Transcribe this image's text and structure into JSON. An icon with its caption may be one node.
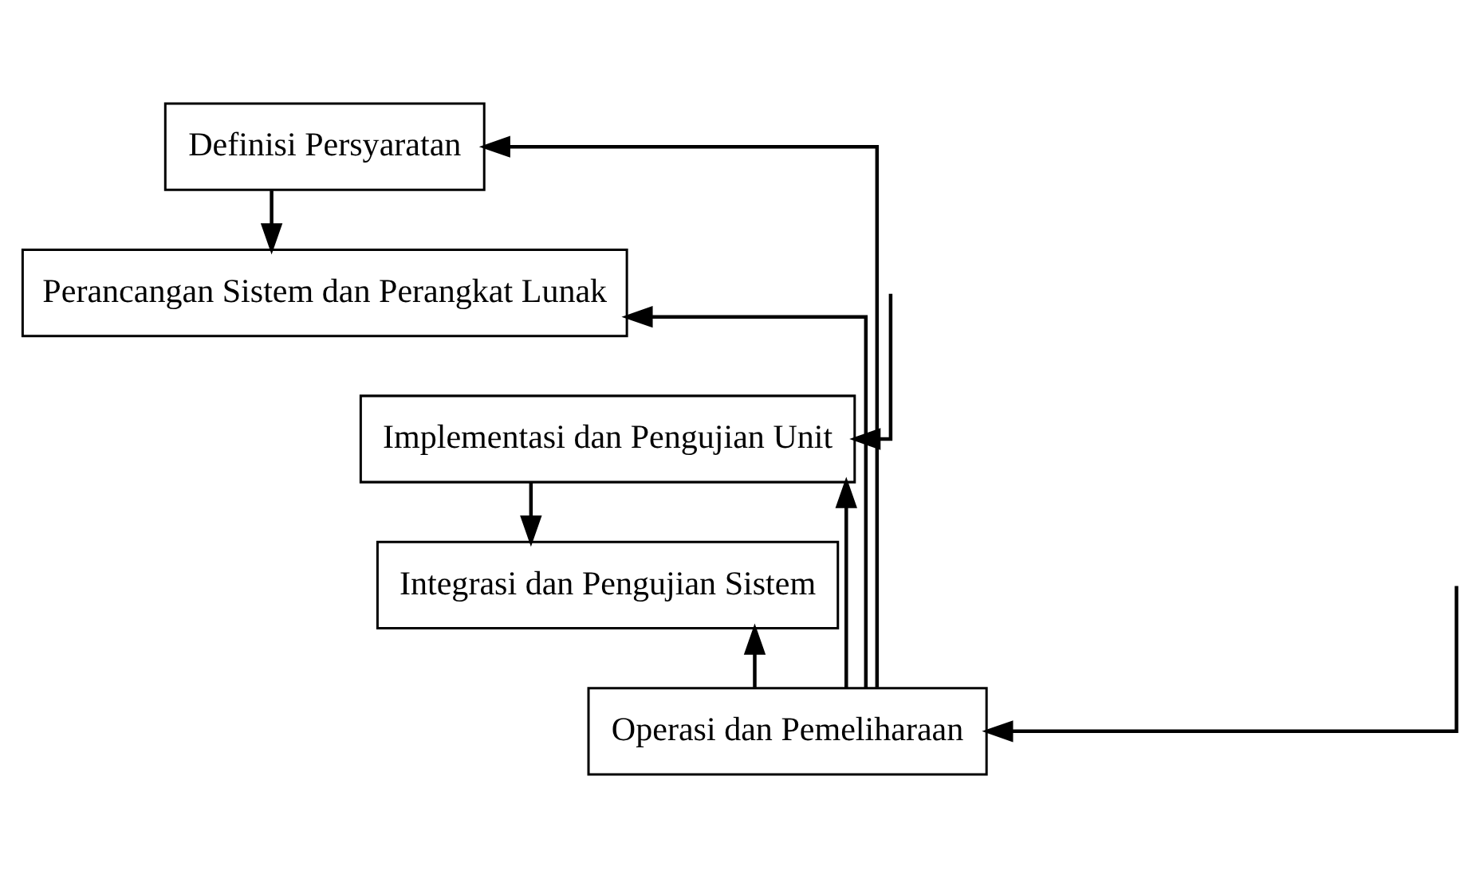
{
  "diagram": {
    "nodes": [
      {
        "text": [
          "Definisi Persyaratan"
        ]
      },
      {
        "text": [
          "Perancangan Sistem dan Perangkat Lunak"
        ]
      },
      {
        "text": [
          "Implementasi dan Pengujian Unit"
        ]
      },
      {
        "text": [
          "Integrasi dan Pengujian Sistem"
        ]
      },
      {
        "text": [
          "Operasi dan Pemeliharaan"
        ]
      }
    ],
    "edges": [
      {
        "from": 0,
        "to": 1,
        "arrow": "to"
      },
      {
        "from": null,
        "to": 2,
        "arrow": "to"
      },
      {
        "from": 2,
        "to": 3,
        "arrow": "to"
      },
      {
        "from": null,
        "to": 4,
        "arrow": "to"
      },
      {
        "from": 4,
        "to": 3,
        "arrow": "to"
      },
      {
        "from": 4,
        "to": 2,
        "arrow": "to"
      },
      {
        "from": 4,
        "to": 1,
        "arrow": "to"
      },
      {
        "from": 4,
        "to": 0,
        "arrow": "to"
      }
    ]
  }
}
